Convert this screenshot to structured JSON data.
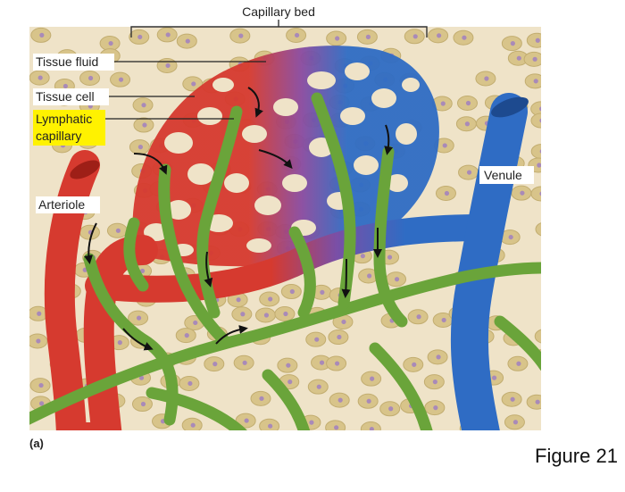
{
  "labels": {
    "capillary_bed": "Capillary bed",
    "tissue_fluid": "Tissue fluid",
    "tissue_cell": "Tissue cell",
    "lymphatic_line1": "Lymphatic",
    "lymphatic_line2": "capillary",
    "arteriole": "Arteriole",
    "venule": "Venule",
    "panel": "(a)"
  },
  "caption": "Figure 21",
  "colors": {
    "background_tissue": "#efe3c8",
    "cell_fill": "#d8c48a",
    "cell_nucleus": "#a98ab8",
    "artery_red": "#d63a2f",
    "vein_blue": "#2f6cc4",
    "capillary_purple": "#7a4fa6",
    "lymph_green": "#6aa43a",
    "highlight": "#fff200"
  }
}
